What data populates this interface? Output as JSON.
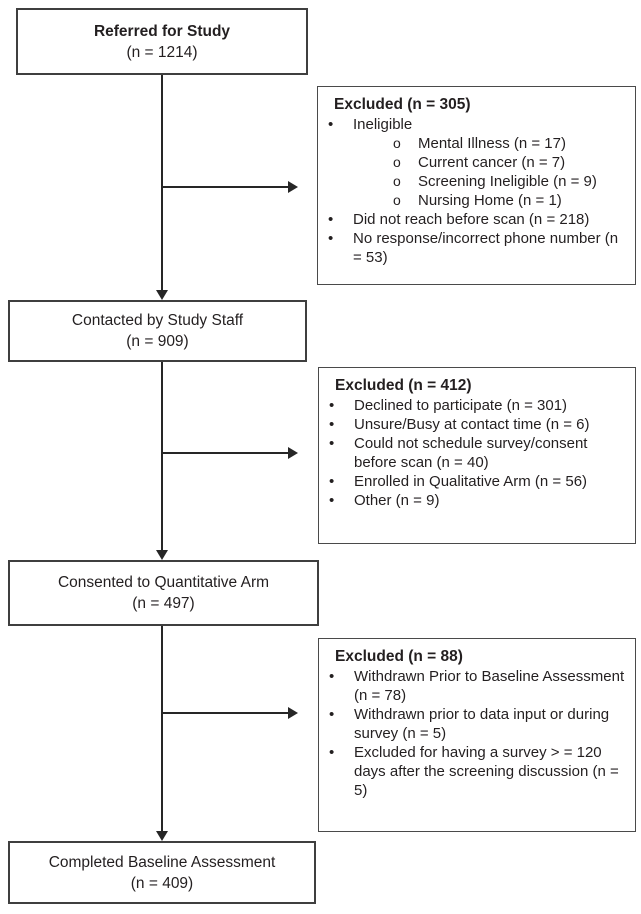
{
  "glyphs": {
    "bullet": "•",
    "sub_bullet": "o"
  },
  "colors": {
    "bg": "#ffffff",
    "border": "#3f3f3f",
    "text": "#231f20",
    "arrow": "#262626"
  },
  "flow_boxes": [
    {
      "title": "Referred for Study",
      "count": "(n = 1214)"
    },
    {
      "title": "Contacted by Study Staff",
      "count": "(n = 909)"
    },
    {
      "title": "Consented to Quantitative Arm",
      "count": "(n = 497)"
    },
    {
      "title": "Completed Baseline Assessment",
      "count": "(n = 409)"
    }
  ],
  "exclusion_boxes": [
    {
      "title": "Excluded (n = 305)",
      "items": [
        {
          "text": "Ineligible",
          "sub": [
            "Mental Illness (n = 17)",
            "Current cancer (n = 7)",
            "Screening Ineligible (n = 9)",
            "Nursing Home (n = 1)"
          ]
        },
        {
          "text": "Did not reach before scan (n = 218)"
        },
        {
          "text": "No response/incorrect phone number (n = 53)"
        }
      ]
    },
    {
      "title": "Excluded (n = 412)",
      "items": [
        {
          "text": "Declined to participate (n = 301)"
        },
        {
          "text": "Unsure/Busy at contact time (n = 6)"
        },
        {
          "text": "Could not schedule survey/consent before scan (n = 40)"
        },
        {
          "text": "Enrolled in Qualitative Arm (n = 56)"
        },
        {
          "text": "Other (n = 9)"
        }
      ]
    },
    {
      "title": "Excluded (n = 88)",
      "items": [
        {
          "text": "Withdrawn Prior to Baseline Assessment (n = 78)"
        },
        {
          "text": "Withdrawn prior to data input or during survey (n = 5)"
        },
        {
          "text": "Excluded for having a survey > = 120 days after the screening discussion (n = 5)"
        }
      ]
    }
  ]
}
